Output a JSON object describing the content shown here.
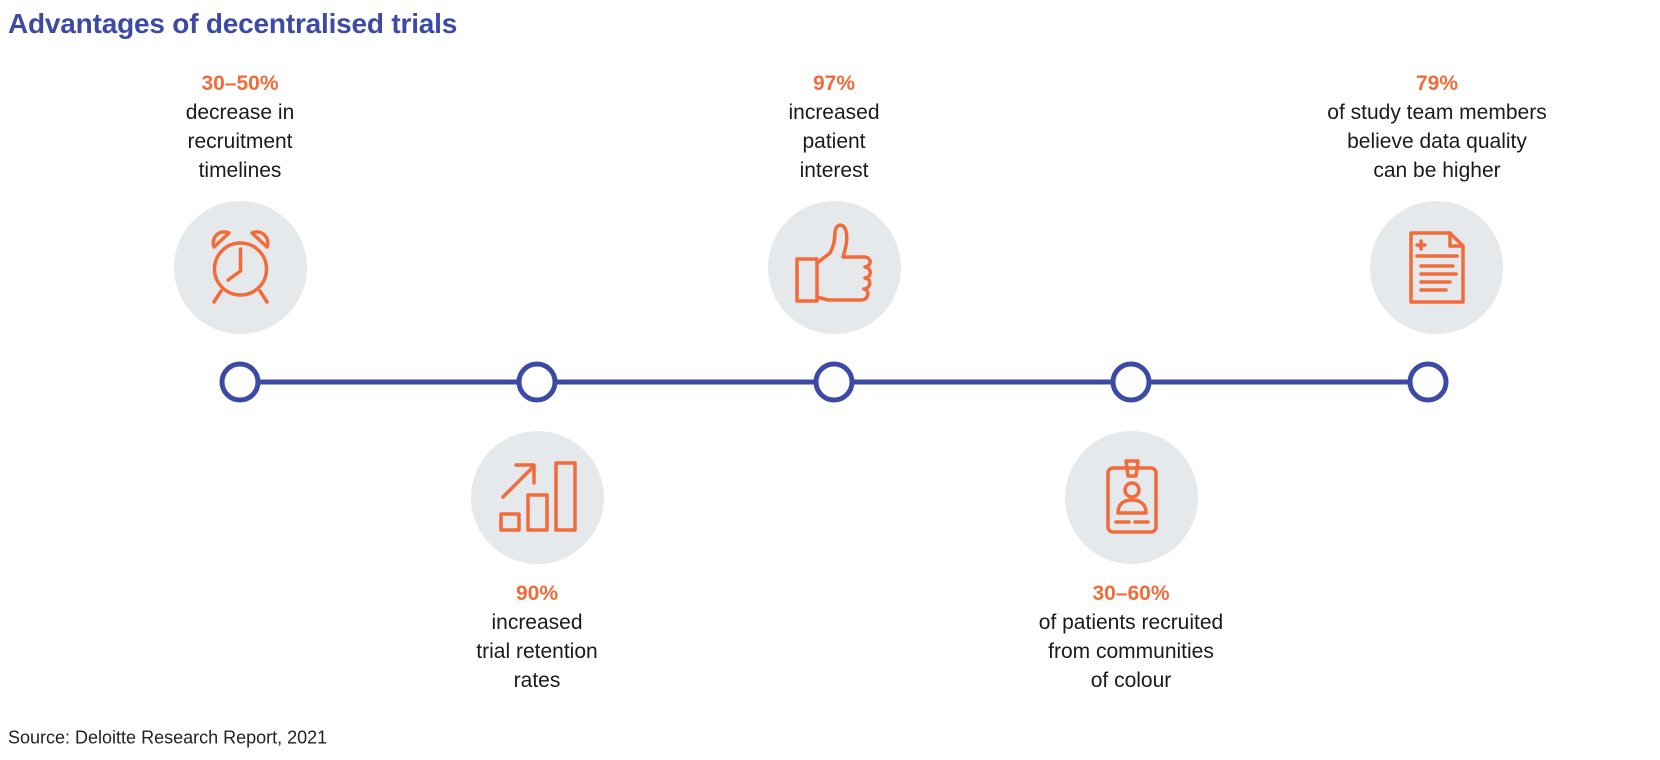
{
  "title": "Advantages of decentralised trials",
  "source": "Source: Deloitte Research Report, 2021",
  "colors": {
    "accent": "#f26b3a",
    "line": "#3d4aa5",
    "circle": "#e6e9eb"
  },
  "items": [
    {
      "stat": "30–50%",
      "desc": "decrease in\nrecruitment\ntimelines",
      "icon": "alarm-clock-icon"
    },
    {
      "stat": "90%",
      "desc": "increased\ntrial retention\nrates",
      "icon": "growth-chart-icon"
    },
    {
      "stat": "97%",
      "desc": "increased\npatient\ninterest",
      "icon": "thumbs-up-icon"
    },
    {
      "stat": "30–60%",
      "desc": "of patients recruited\nfrom communities\nof colour",
      "icon": "id-badge-icon"
    },
    {
      "stat": "79%",
      "desc": "of study team members\nbelieve data quality\ncan be higher",
      "icon": "document-icon"
    }
  ]
}
